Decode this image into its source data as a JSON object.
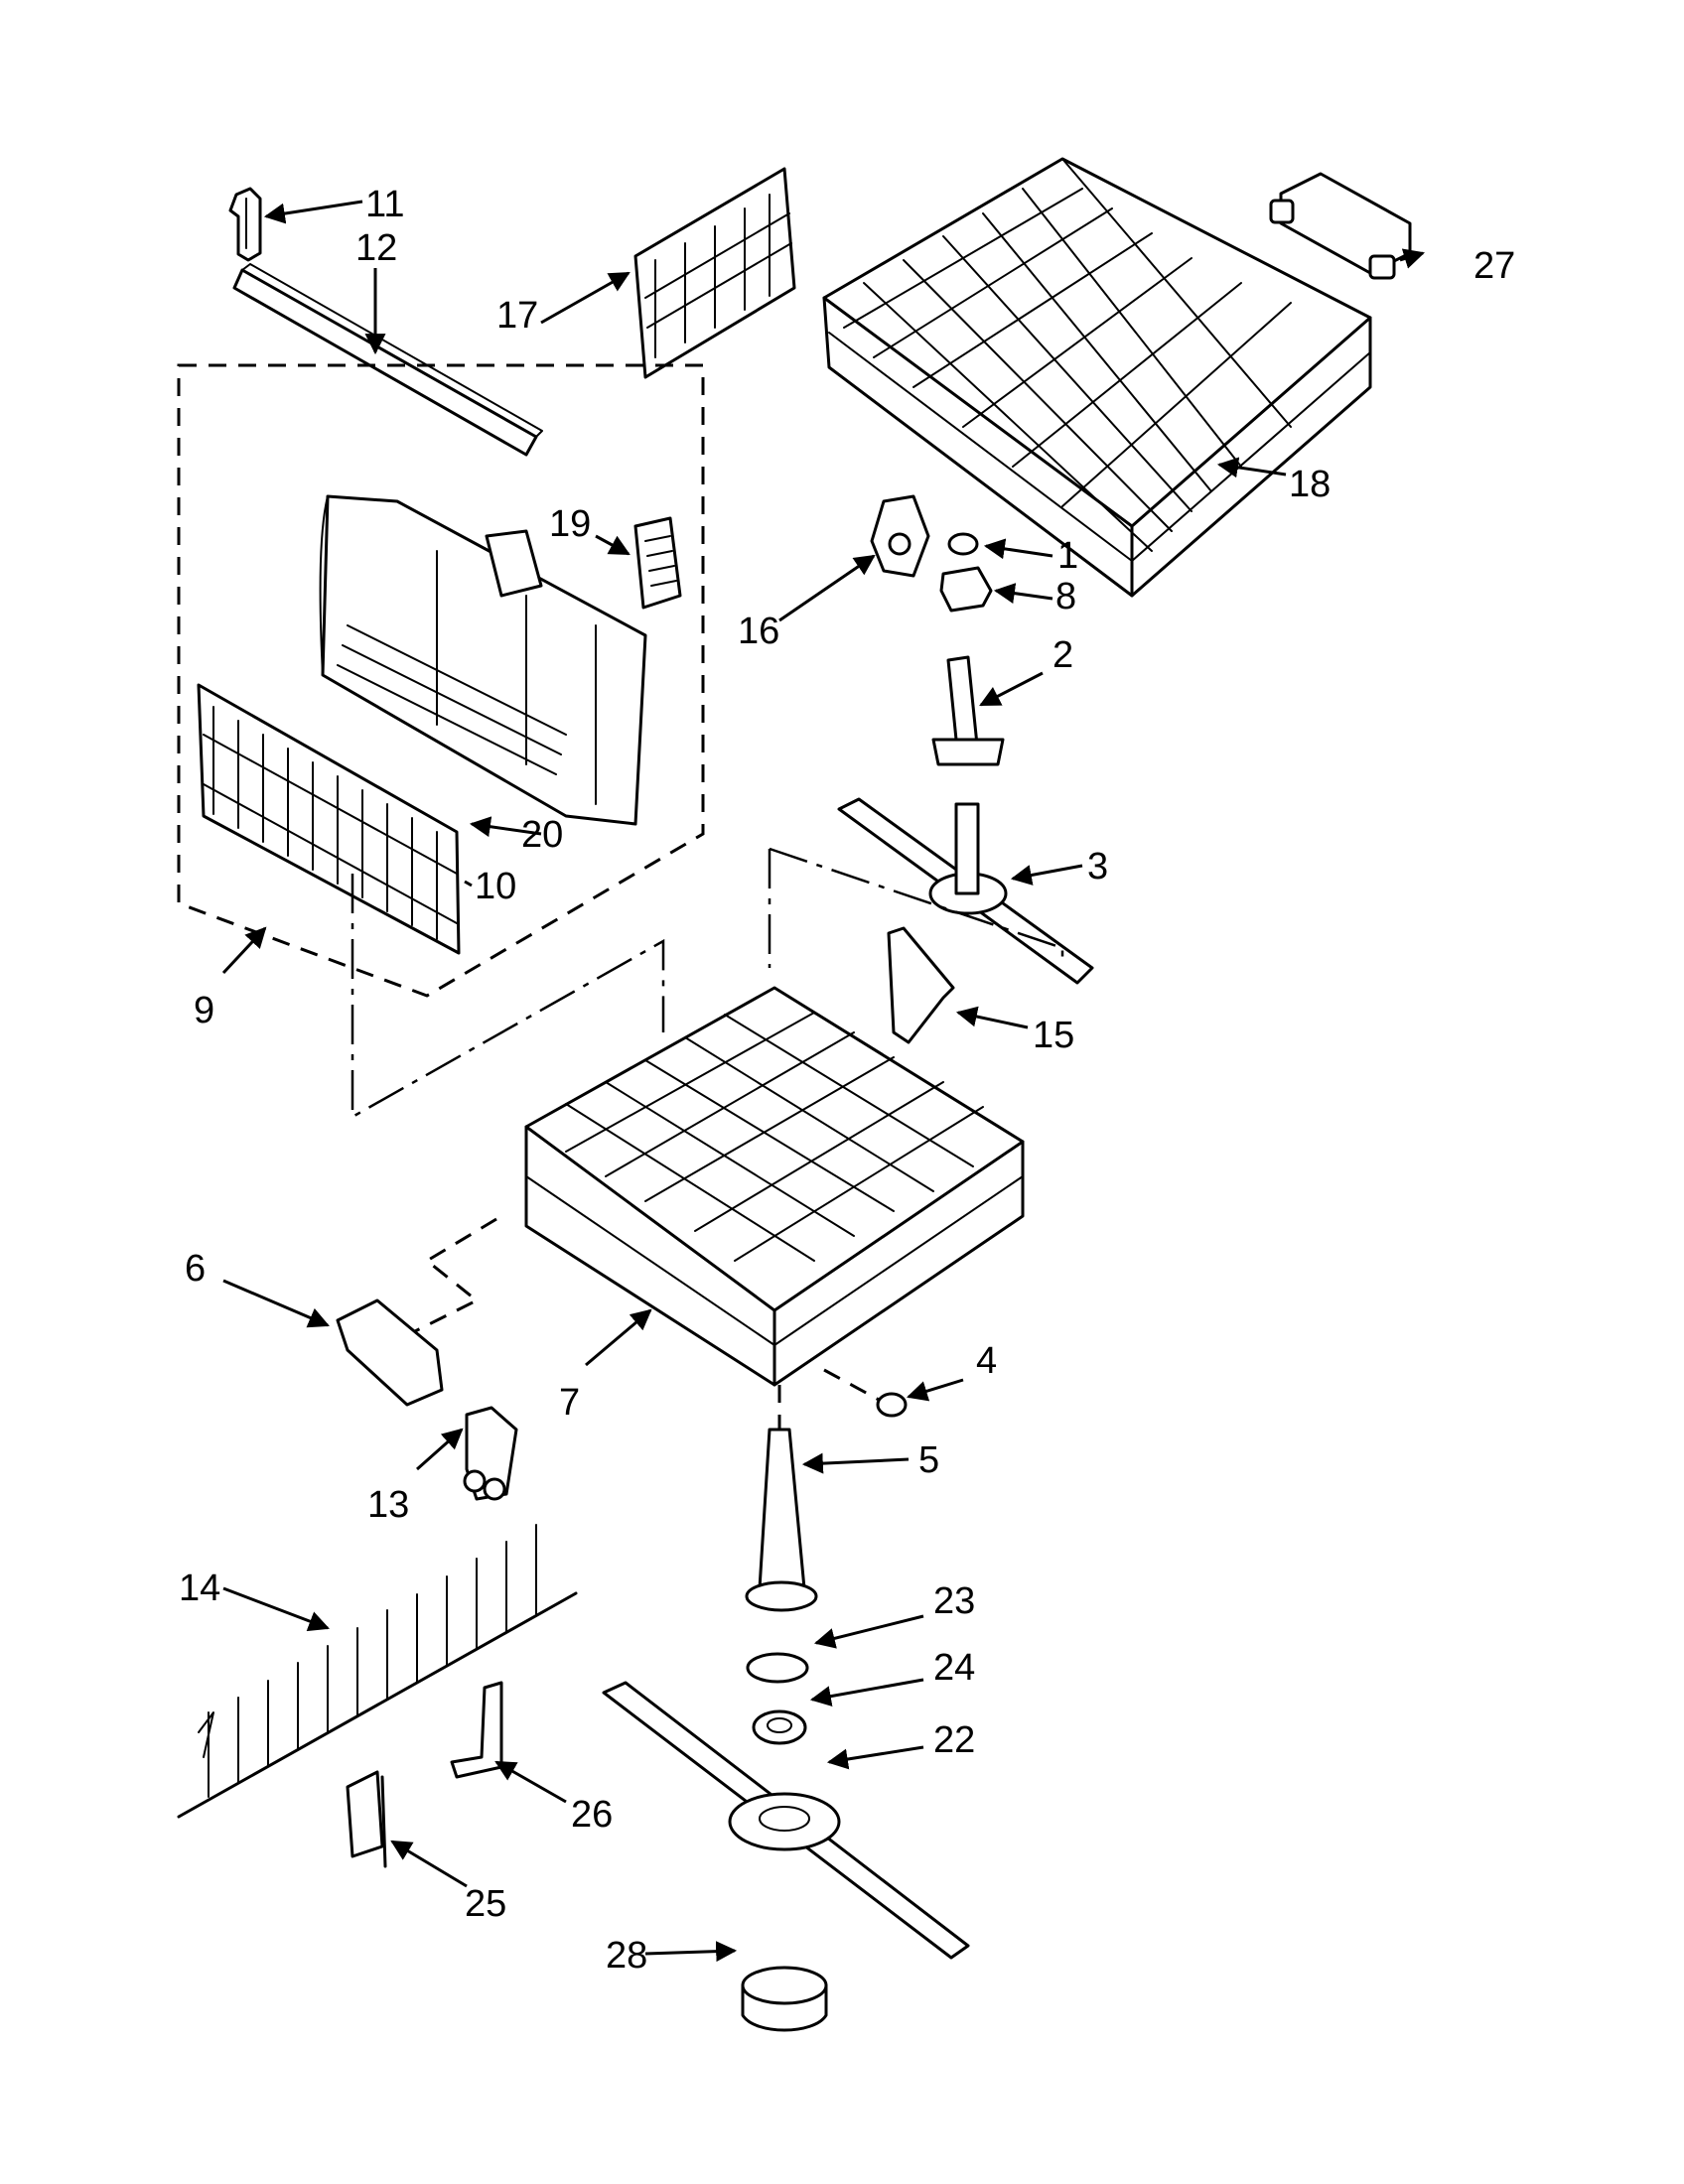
{
  "callouts": {
    "c1": "1",
    "c2": "2",
    "c3": "3",
    "c4": "4",
    "c5": "5",
    "c6": "6",
    "c7": "7",
    "c8": "8",
    "c9": "9",
    "c10": "10",
    "c11": "11",
    "c12": "12",
    "c13": "13",
    "c14": "14",
    "c15": "15",
    "c16": "16",
    "c17": "17",
    "c18": "18",
    "c19": "19",
    "c20": "20",
    "c22": "22",
    "c23": "23",
    "c24": "24",
    "c25": "25",
    "c26": "26",
    "c27": "27",
    "c28": "28"
  }
}
